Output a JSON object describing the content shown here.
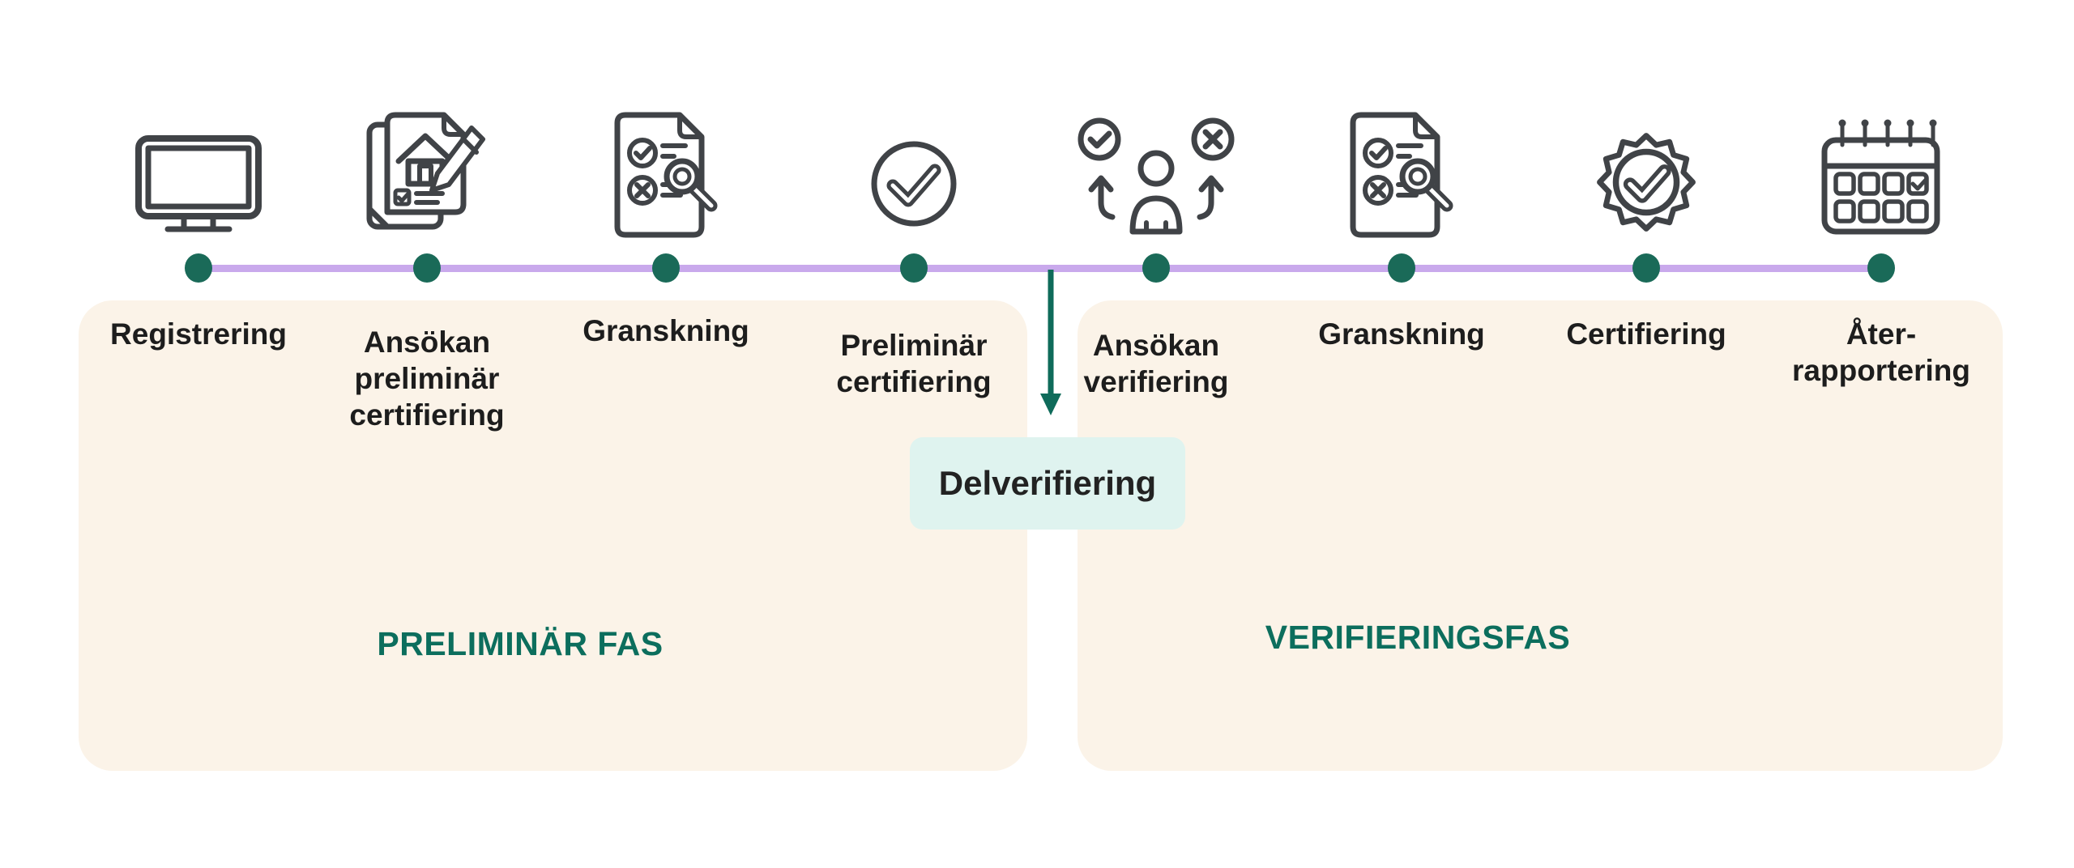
{
  "diagram": {
    "type": "process-timeline",
    "steps": [
      {
        "label": "Registrering",
        "icon": "monitor-icon"
      },
      {
        "label": "Ansökan preliminär certifiering",
        "icon": "application-document-icon"
      },
      {
        "label": "Granskning",
        "icon": "document-review-icon"
      },
      {
        "label": "Preliminär certifiering",
        "icon": "check-circle-icon"
      },
      {
        "label": "Ansökan verifiering",
        "icon": "person-decision-icon"
      },
      {
        "label": "Granskning",
        "icon": "document-review-icon"
      },
      {
        "label": "Certifiering",
        "icon": "certificate-badge-icon"
      },
      {
        "label": "Åter-rapportering",
        "icon": "calendar-icon"
      }
    ],
    "phases": [
      {
        "label": "PRELIMINÄR FAS"
      },
      {
        "label": "VERIFIERINGSFAS"
      }
    ],
    "callout": {
      "label": "Delverifiering"
    },
    "colors": {
      "dot_teal": "#1a6a58",
      "timeline_purple": "#c9a9ec",
      "phase_box_cream": "#fbf3e8",
      "callout_mint": "#dff3ef",
      "phase_text_teal": "#0c6e5d",
      "arrow_teal": "#0f6b5a",
      "icon_gray": "#404347",
      "label_dark": "#1d1d1d"
    }
  }
}
